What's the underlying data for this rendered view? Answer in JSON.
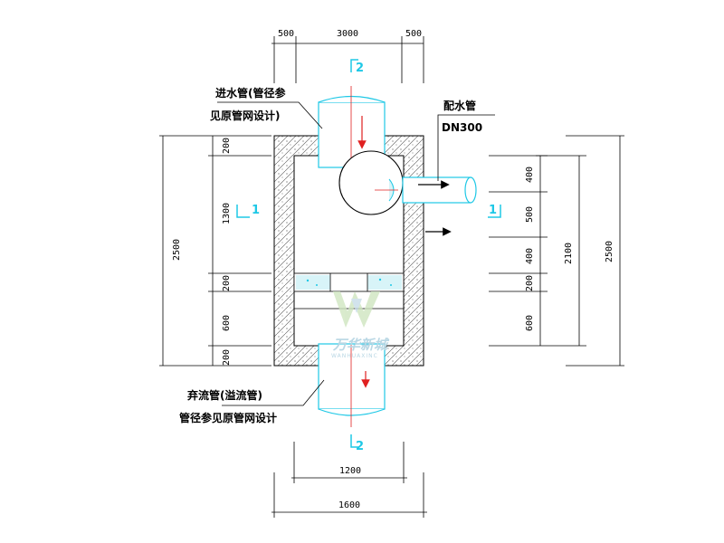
{
  "colors": {
    "wall": "#ffffff",
    "line": "#000000",
    "pipe": "#1ec8e6",
    "arrow": "#e02020",
    "filter": "#d8f4f8",
    "watermark": "#b9d7e4"
  },
  "top_dims": [
    "500",
    "3000",
    "500"
  ],
  "bottom_dims": [
    "1200",
    "1600"
  ],
  "left_dims": [
    "200",
    "1300",
    "200",
    "600",
    "200"
  ],
  "left_total": "2500",
  "right_dims": [
    "400",
    "500",
    "400",
    "200",
    "600"
  ],
  "right_sub_total": "2100",
  "right_total": "2500",
  "section_marks": {
    "top": "2",
    "bottom": "2",
    "left": "1",
    "right": "1"
  },
  "labels": {
    "inlet_line1": "进水管(管径参",
    "inlet_line2": "见原管网设计)",
    "outlet_line1": "配水管",
    "outlet_line2": "DN300",
    "overflow_line1": "弃流管(溢流管)",
    "overflow_line2": "管径参见原管网设计"
  },
  "watermark": {
    "logo_icon": "wanhua-logo",
    "text": "万华新城",
    "subtext": "WANHUAXINC"
  }
}
